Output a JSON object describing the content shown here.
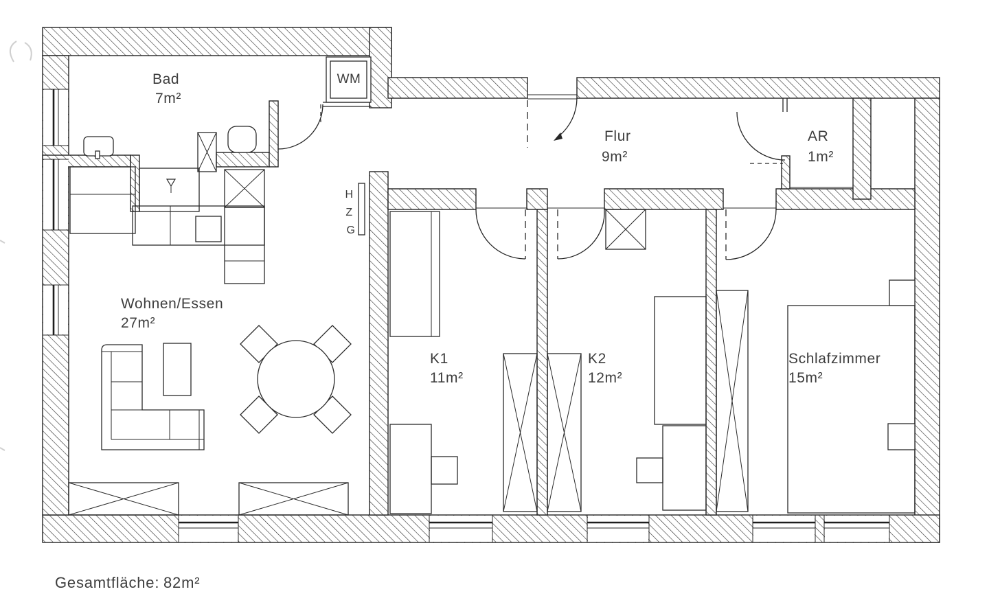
{
  "colors": {
    "background": "#ffffff",
    "line": "#262626",
    "wall_hatch": "#2e2e2e",
    "text": "#3d3d3d"
  },
  "rooms": [
    {
      "name": "Bad",
      "area": "7m²"
    },
    {
      "name": "Flur",
      "area": "9m²"
    },
    {
      "name": "AR",
      "area": "1m²"
    },
    {
      "name": "Wohnen/Essen",
      "area": "27m²"
    },
    {
      "name": "K1",
      "area": "11m²"
    },
    {
      "name": "K2",
      "area": "12m²"
    },
    {
      "name": "Schlafzimmer",
      "area": "15m²"
    }
  ],
  "fixtures": {
    "washing_machine": "WM",
    "hzg": [
      "H",
      "Z",
      "G"
    ]
  },
  "footer": {
    "label": "Gesamtfläche:",
    "value": "82m²"
  }
}
